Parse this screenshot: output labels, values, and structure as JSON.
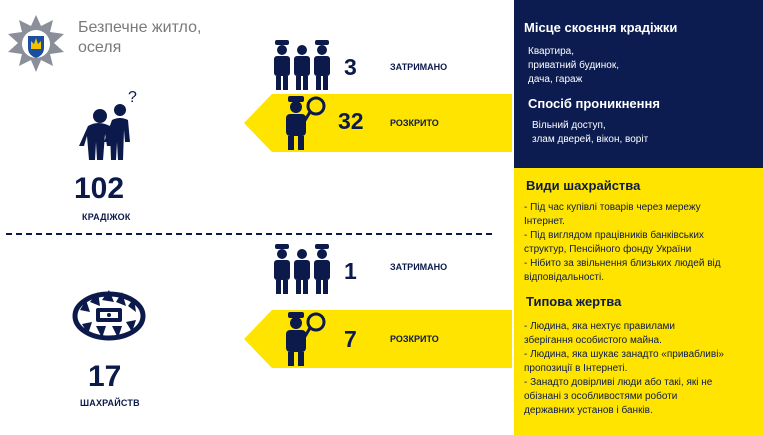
{
  "header": {
    "title": "Безпечне житло, оселя"
  },
  "theft": {
    "count": "102",
    "caption": "КРАДІЖОК",
    "detained_number": "3",
    "detained_label": "ЗАТРИМАНО",
    "solved_number": "32",
    "solved_label": "РОЗКРИТО"
  },
  "fraud": {
    "count": "17",
    "caption": "ШАХРАЙСТВ",
    "detained_number": "1",
    "detained_label": "ЗАТРИМАНО",
    "solved_number": "7",
    "solved_label": "РОЗКРИТО"
  },
  "panel_top": {
    "heading1": "Місце скоєння крадіжки",
    "lines1": [
      "Квартира,",
      "приватний будинок,",
      "дача, гараж"
    ],
    "heading2": "Спосіб проникнення",
    "lines2": [
      "Вільний доступ,",
      "злам дверей, вікон, воріт"
    ]
  },
  "panel_bottom": {
    "heading1": "Види шахрайства",
    "lines1": [
      "- Під час купівлі товарів через мережу",
      "Інтернет.",
      " - Під виглядом працівників банківських",
      "структур, Пенсійного фонду України",
      " - Нібито за звільнення близьких людей від",
      "відповідальності."
    ],
    "heading2": "Типова жертва",
    "lines2": [
      "- Людина, яка нехтує правилами",
      "зберігання особистого майна.",
      "- Людина, яка шукає занадто «привабливі»",
      "пропозиції в Інтернеті.",
      "- Занадто довірливі люди або такі, які не",
      "обізнані з особливостями роботи",
      "державних установ і банків."
    ]
  },
  "colors": {
    "navy": "#0b1a4a",
    "panel_navy": "#0c1c50",
    "yellow": "#ffe400",
    "gray": "#7a7a7a"
  },
  "icons": [
    "police-badge-icon",
    "thieves-icon",
    "police-group-icon",
    "detective-icon",
    "trap-icon"
  ]
}
